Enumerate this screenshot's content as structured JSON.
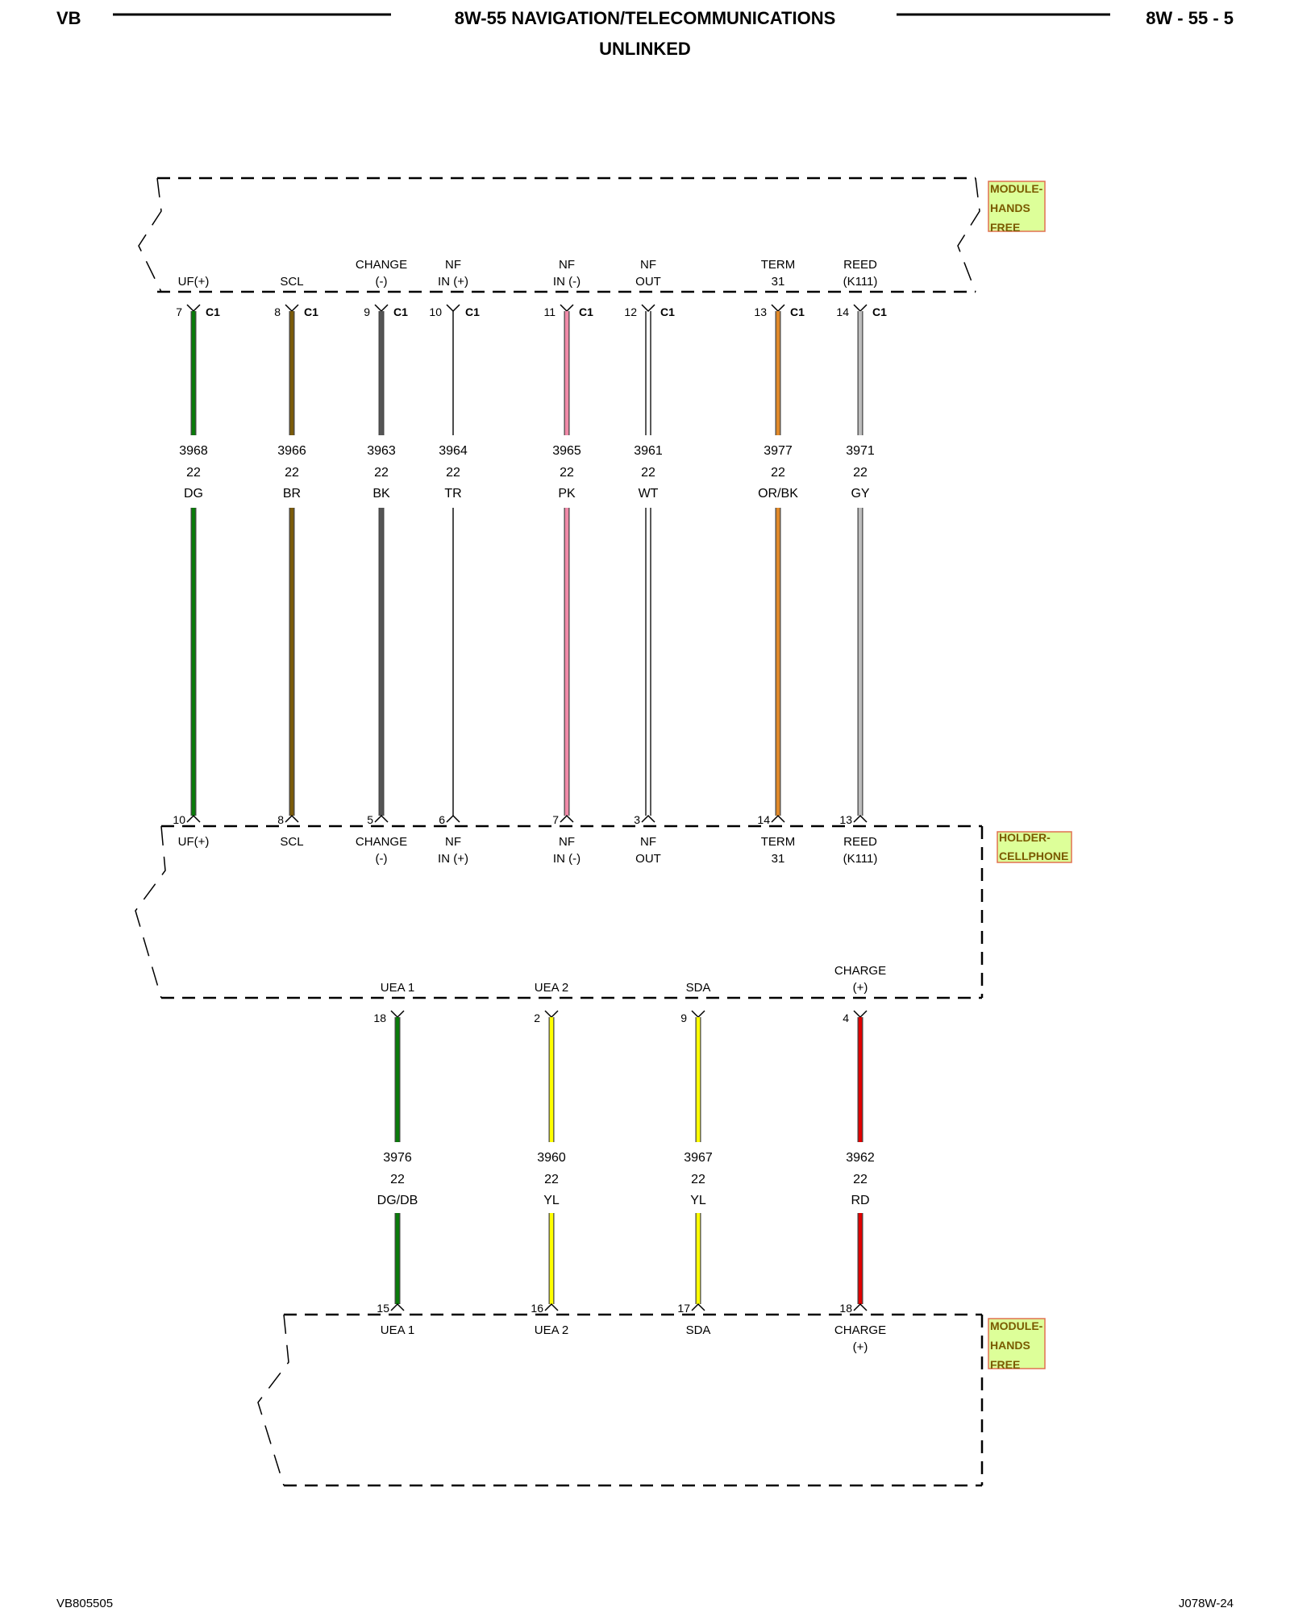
{
  "header": {
    "left": "VB",
    "title": "8W-55 NAVIGATION/TELECOMMUNICATIONS",
    "subtitle": "UNLINKED",
    "page": "8W - 55 - 5"
  },
  "footer": {
    "left": "VB805505",
    "right": "J078W-24"
  },
  "components": {
    "module_top": [
      "MODULE-",
      "HANDS",
      "FREE"
    ],
    "holder": [
      "HOLDER-",
      "CELLPHONE"
    ],
    "module_bottom": [
      "MODULE-",
      "HANDS",
      "FREE"
    ],
    "tag_fill": "#ddff99",
    "tag_border": "#e07050"
  },
  "upper_wires": [
    {
      "module_pin": "7",
      "connector": "C1",
      "module_label": [
        "UF(+)"
      ],
      "circuit": "3968",
      "gauge": "22",
      "color_code": "DG",
      "holder_pin": "10",
      "holder_label": [
        "UF(+)"
      ],
      "color": "#0a7a0a"
    },
    {
      "module_pin": "8",
      "connector": "C1",
      "module_label": [
        "SCL"
      ],
      "circuit": "3966",
      "gauge": "22",
      "color_code": "BR",
      "holder_pin": "8",
      "holder_label": [
        "SCL"
      ],
      "color": "#7a5a0a"
    },
    {
      "module_pin": "9",
      "connector": "C1",
      "module_label": [
        "CHANGE",
        "(-)"
      ],
      "circuit": "3963",
      "gauge": "22",
      "color_code": "BK",
      "holder_pin": "5",
      "holder_label": [
        "CHANGE",
        "(-)"
      ],
      "color": "#555555"
    },
    {
      "module_pin": "10",
      "connector": "C1",
      "module_label": [
        "NF",
        "IN (+)"
      ],
      "circuit": "3964",
      "gauge": "22",
      "color_code": "TR",
      "holder_pin": "6",
      "holder_label": [
        "NF",
        "IN (+)"
      ],
      "color": "#000000"
    },
    {
      "module_pin": "11",
      "connector": "C1",
      "module_label": [
        "NF",
        "IN (-)"
      ],
      "circuit": "3965",
      "gauge": "22",
      "color_code": "PK",
      "holder_pin": "7",
      "holder_label": [
        "NF",
        "IN (-)"
      ],
      "color": "#f08aa8"
    },
    {
      "module_pin": "12",
      "connector": "C1",
      "module_label": [
        "NF",
        "OUT"
      ],
      "circuit": "3961",
      "gauge": "22",
      "color_code": "WT",
      "holder_pin": "3",
      "holder_label": [
        "NF",
        "OUT"
      ],
      "color": "#ffffff"
    },
    {
      "module_pin": "13",
      "connector": "C1",
      "module_label": [
        "TERM",
        "31"
      ],
      "circuit": "3977",
      "gauge": "22",
      "color_code": "OR/BK",
      "holder_pin": "14",
      "holder_label": [
        "TERM",
        "31"
      ],
      "color": "#e0892a"
    },
    {
      "module_pin": "14",
      "connector": "C1",
      "module_label": [
        "REED",
        "(K111)"
      ],
      "circuit": "3971",
      "gauge": "22",
      "color_code": "GY",
      "holder_pin": "13",
      "holder_label": [
        "REED",
        "(K111)"
      ],
      "color": "#bdbdbd"
    }
  ],
  "lower_wires": [
    {
      "holder_pin": "18",
      "holder_label": [
        "UEA 1"
      ],
      "circuit": "3976",
      "gauge": "22",
      "color_code": "DG/DB",
      "module_pin": "15",
      "module_label": [
        "UEA 1"
      ],
      "color": "#0a7a0a"
    },
    {
      "holder_pin": "2",
      "holder_label": [
        "UEA 2"
      ],
      "circuit": "3960",
      "gauge": "22",
      "color_code": "YL",
      "module_pin": "16",
      "module_label": [
        "UEA 2"
      ],
      "color": "#ffff00"
    },
    {
      "holder_pin": "9",
      "holder_label": [
        "SDA"
      ],
      "circuit": "3967",
      "gauge": "22",
      "color_code": "YL",
      "module_pin": "17",
      "module_label": [
        "SDA"
      ],
      "color": "#ffff00"
    },
    {
      "holder_pin": "4",
      "holder_label": [
        "CHARGE",
        "(+)"
      ],
      "circuit": "3962",
      "gauge": "22",
      "color_code": "RD",
      "module_pin": "18",
      "module_label": [
        "CHARGE",
        "(+)"
      ],
      "color": "#e00000"
    }
  ]
}
